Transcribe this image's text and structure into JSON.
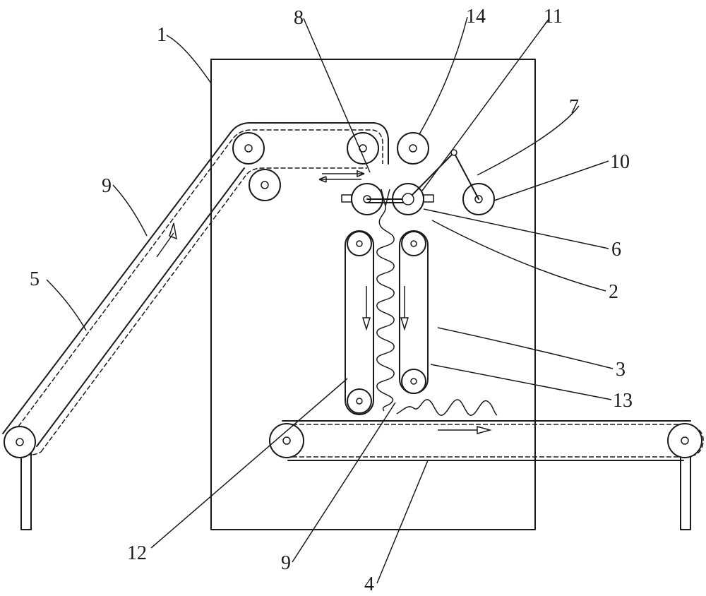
{
  "labels": {
    "l1": "1",
    "l2": "2",
    "l3": "3",
    "l4": "4",
    "l5": "5",
    "l6": "6",
    "l7": "7",
    "l8": "8",
    "l9a": "9",
    "l9b": "9",
    "l10": "10",
    "l11": "11",
    "l12": "12",
    "l13": "13",
    "l14": "14"
  }
}
